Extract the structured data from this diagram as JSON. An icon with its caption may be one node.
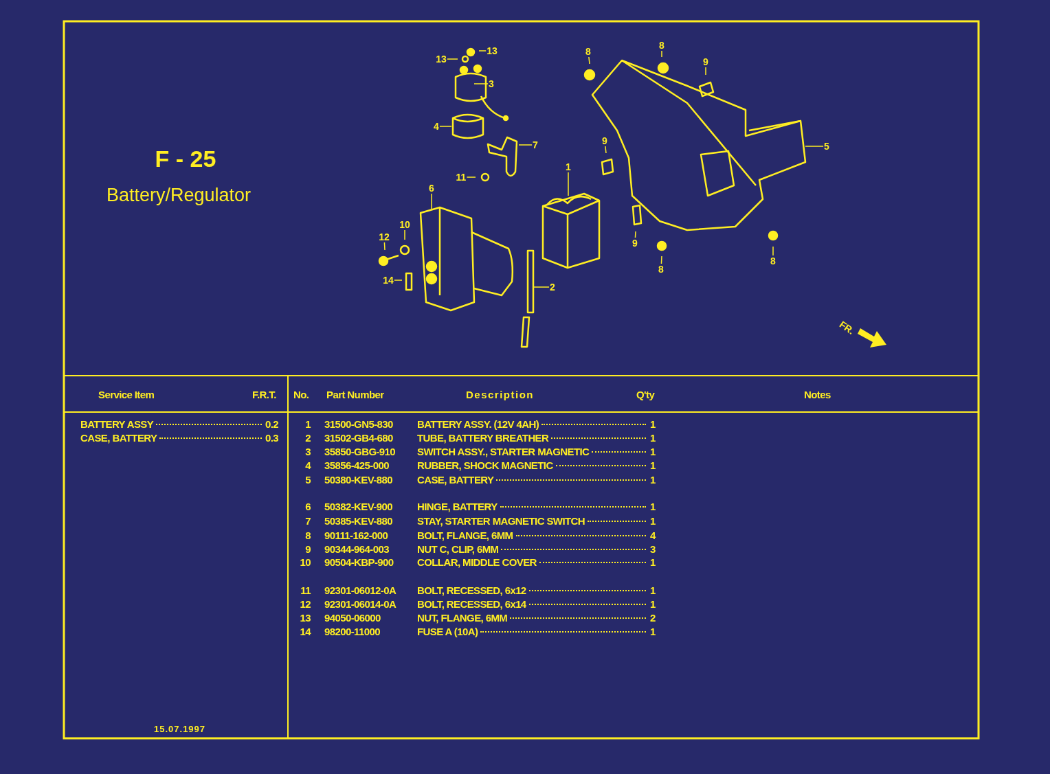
{
  "diagram": {
    "title": "F - 25",
    "nodes": [
      {
        "text": [
          "13"
        ]
      },
      {
        "text": [
          "13"
        ]
      },
      {
        "text": [
          "3"
        ]
      },
      {
        "text": [
          "4"
        ]
      },
      {
        "text": [
          "7"
        ]
      },
      {
        "text": [
          "11"
        ]
      },
      {
        "text": [
          "6"
        ]
      },
      {
        "text": [
          "10"
        ]
      },
      {
        "text": [
          "12"
        ]
      },
      {
        "text": [
          "14"
        ]
      },
      {
        "text": [
          "1"
        ]
      },
      {
        "text": [
          "2"
        ]
      },
      {
        "text": [
          "8"
        ]
      },
      {
        "text": [
          "8"
        ]
      },
      {
        "text": [
          "9"
        ]
      },
      {
        "text": [
          "9"
        ]
      },
      {
        "text": [
          "5"
        ]
      },
      {
        "text": [
          "9"
        ]
      },
      {
        "text": [
          "8"
        ]
      },
      {
        "text": [
          "8"
        ]
      }
    ],
    "edges": [
      {
        "from": 0,
        "to": null,
        "arrow": "none"
      },
      {
        "from": 1,
        "to": null,
        "arrow": "none"
      },
      {
        "from": 2,
        "to": null,
        "arrow": "none"
      },
      {
        "from": 3,
        "to": null,
        "arrow": "none"
      },
      {
        "from": 4,
        "to": null,
        "arrow": "none"
      },
      {
        "from": 5,
        "to": null,
        "arrow": "none"
      },
      {
        "from": 6,
        "to": null,
        "arrow": "none"
      },
      {
        "from": 7,
        "to": null,
        "arrow": "none"
      },
      {
        "from": 8,
        "to": null,
        "arrow": "none"
      },
      {
        "from": 9,
        "to": null,
        "arrow": "none"
      },
      {
        "from": 10,
        "to": null,
        "arrow": "none"
      },
      {
        "from": 11,
        "to": null,
        "arrow": "none"
      },
      {
        "from": 12,
        "to": null,
        "arrow": "none"
      },
      {
        "from": 13,
        "to": null,
        "arrow": "none"
      },
      {
        "from": 14,
        "to": null,
        "arrow": "none"
      },
      {
        "from": 15,
        "to": null,
        "arrow": "none"
      },
      {
        "from": 16,
        "to": null,
        "arrow": "none"
      },
      {
        "from": 17,
        "to": null,
        "arrow": "none"
      },
      {
        "from": 18,
        "to": null,
        "arrow": "none"
      },
      {
        "from": 19,
        "to": null,
        "arrow": "none"
      }
    ],
    "labels": [
      "Battery/Regulator",
      "FR.",
      "Service Item",
      "F.R.T.",
      "No.",
      "Part Number",
      "Description",
      "Q'ty",
      "Notes",
      "BATTERY ASSY",
      "0.2",
      "CASE, BATTERY",
      "0.3",
      "1",
      "31500-GN5-830",
      "BATTERY ASSY. (12V 4AH)",
      "1",
      "2",
      "31502-GB4-680",
      "TUBE, BATTERY BREATHER",
      "1",
      "3",
      "35850-GBG-910",
      "SWITCH ASSY., STARTER MAGNETIC",
      "1",
      "4",
      "35856-425-000",
      "RUBBER, SHOCK MAGNETIC",
      "1",
      "5",
      "50380-KEV-880",
      "CASE, BATTERY",
      "1",
      "6",
      "50382-KEV-900",
      "HINGE, BATTERY",
      "1",
      "7",
      "50385-KEV-880",
      "STAY, STARTER MAGNETIC SWITCH",
      "1",
      "8",
      "90111-162-000",
      "BOLT, FLANGE, 6MM",
      "4",
      "9",
      "90344-964-003",
      "NUT C, CLIP, 6MM",
      "3",
      "10",
      "90504-KBP-900",
      "COLLAR, MIDDLE COVER",
      "1",
      "11",
      "92301-06012-0A",
      "BOLT, RECESSED, 6x12",
      "1",
      "12",
      "92301-06014-0A",
      "BOLT, RECESSED, 6x14",
      "1",
      "13",
      "94050-06000",
      "NUT, FLANGE, 6MM",
      "2",
      "14",
      "98200-11000",
      "FUSE A (10A)",
      "1",
      "15.07.1997"
    ]
  }
}
